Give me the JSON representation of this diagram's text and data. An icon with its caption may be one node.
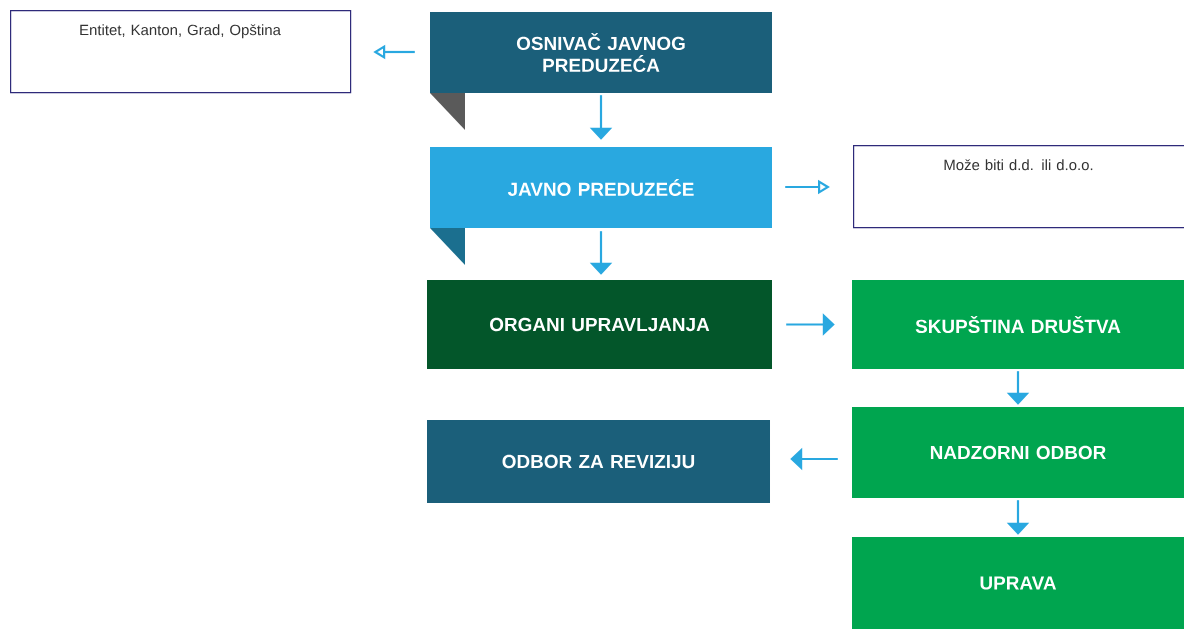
{
  "diagram": {
    "nodes": [
      {
        "text": [
          "Entitet, Kanton, Grad, Opština"
        ]
      },
      {
        "text": [
          "OSNIVAČ JAVNOG PREDUZEĆA"
        ]
      },
      {
        "text": [
          "JAVNO PREDUZEĆE"
        ]
      },
      {
        "text": [
          "Može biti d.d. ili d.o.o."
        ]
      },
      {
        "text": [
          "ORGANI UPRAVLJANJA"
        ]
      },
      {
        "text": [
          "SKUPŠTINA DRUŠTVA"
        ]
      },
      {
        "text": [
          "ODBOR ZA REVIZIJU"
        ]
      },
      {
        "text": [
          "NADZORNI ODBOR"
        ]
      },
      {
        "text": [
          "UPRAVA"
        ]
      }
    ],
    "edges": [
      {
        "from": 1,
        "to": 0,
        "arrow": "to"
      },
      {
        "from": 1,
        "to": 2,
        "arrow": "to"
      },
      {
        "from": 2,
        "to": 3,
        "arrow": "to"
      },
      {
        "from": 2,
        "to": 4,
        "arrow": "to"
      },
      {
        "from": 4,
        "to": 5,
        "arrow": "to"
      },
      {
        "from": 5,
        "to": 7,
        "arrow": "to"
      },
      {
        "from": 7,
        "to": 6,
        "arrow": "to"
      },
      {
        "from": 7,
        "to": 8,
        "arrow": "to"
      }
    ]
  }
}
